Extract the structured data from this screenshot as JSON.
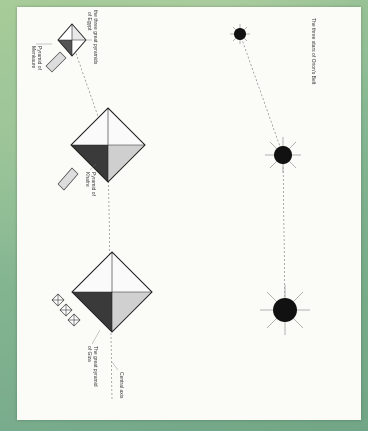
{
  "labels": {
    "belt_title": "The three stars of Orion's Belt",
    "three_great": "the three great pyramids",
    "of_egypt": "of Egypt",
    "menkaure_1": "Pyramid of",
    "menkaure_2": "Menkaure",
    "khafre_1": "Pyramid of",
    "khafre_2": "Khafre",
    "khufu_1": "The great pyramid",
    "khufu_2": "of Giza",
    "central_axis": "Central axis"
  },
  "colors": {
    "background": "#7fb08a",
    "paper": "#fbfbf8",
    "ink": "#222222"
  }
}
